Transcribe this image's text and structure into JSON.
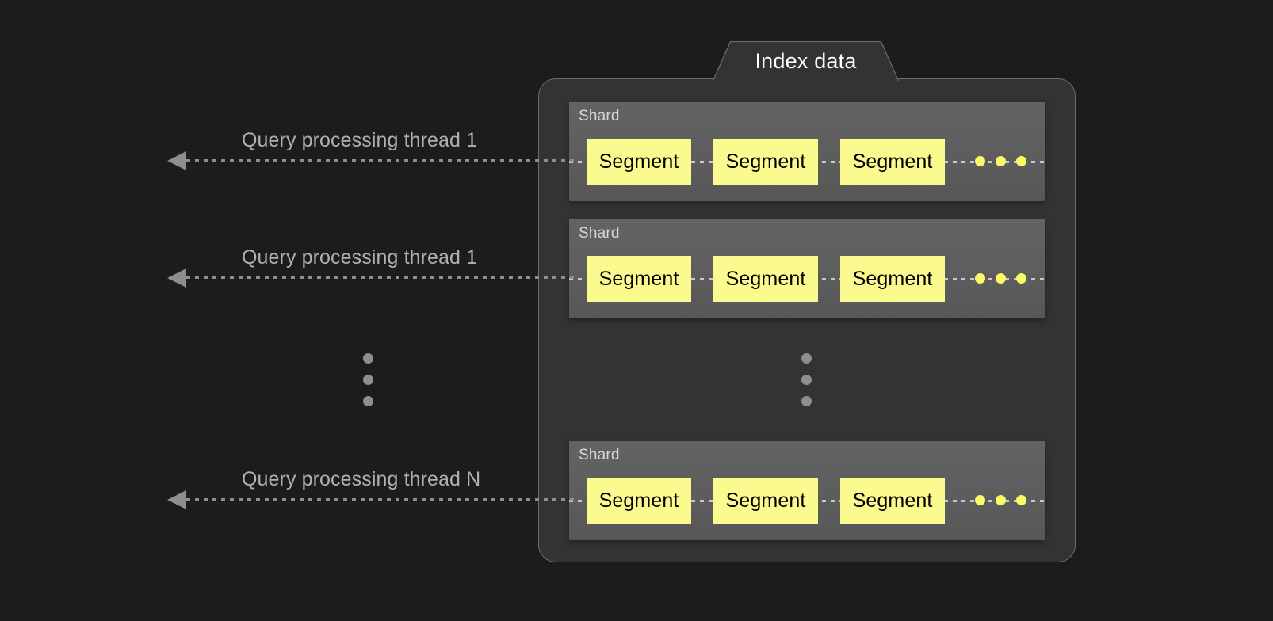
{
  "diagram": {
    "title": "Index data",
    "background_color": "#1c1c1c",
    "container_color": "#333333",
    "shard_color": "#5e5e5e",
    "segment_color": "#fafa8e",
    "accent_dot_color": "#fafa66",
    "line_color": "#8e8e8e"
  },
  "threads": [
    {
      "label": "Query processing thread 1"
    },
    {
      "label": "Query processing thread 1"
    },
    {
      "label": "Query processing thread N"
    }
  ],
  "shards": [
    {
      "label": "Shard",
      "segments": [
        {
          "label": "Segment"
        },
        {
          "label": "Segment"
        },
        {
          "label": "Segment"
        }
      ],
      "more_indicator": "..."
    },
    {
      "label": "Shard",
      "segments": [
        {
          "label": "Segment"
        },
        {
          "label": "Segment"
        },
        {
          "label": "Segment"
        }
      ],
      "more_indicator": "..."
    },
    {
      "label": "Shard",
      "segments": [
        {
          "label": "Segment"
        },
        {
          "label": "Segment"
        },
        {
          "label": "Segment"
        }
      ],
      "more_indicator": "..."
    }
  ],
  "ellipsis": {
    "left_label": "...",
    "right_label": "..."
  }
}
